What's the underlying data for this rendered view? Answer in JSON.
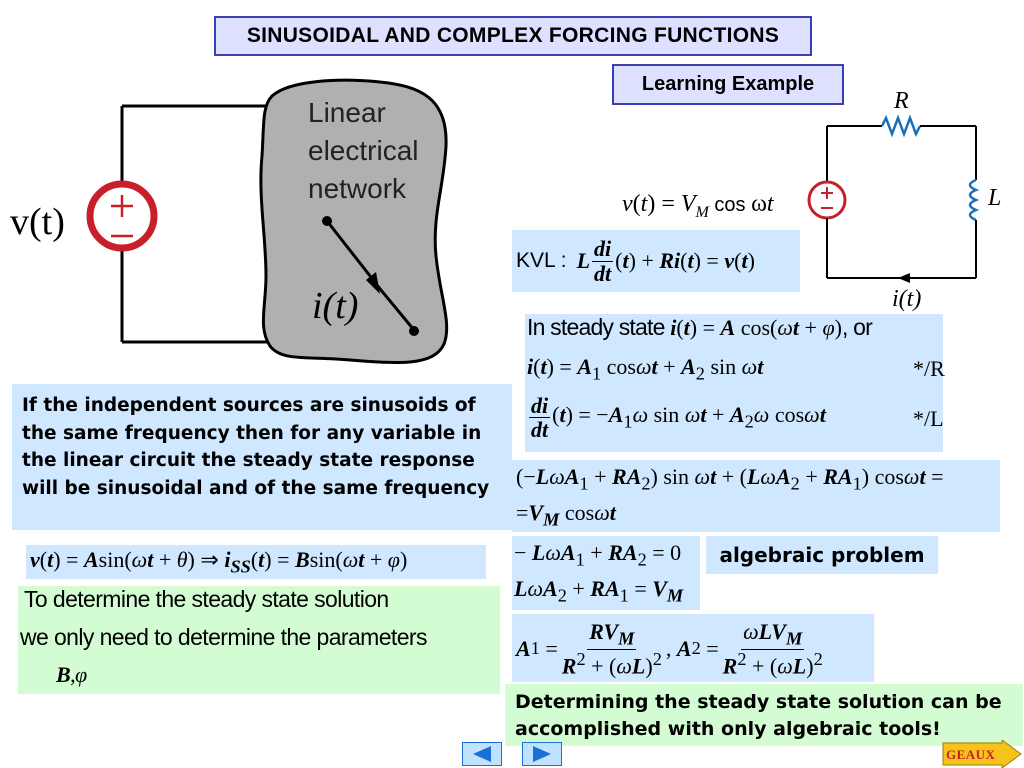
{
  "slide": {
    "title": "SINUSOIDAL AND COMPLEX FORCING FUNCTIONS",
    "learning_example_label": "Learning Example"
  },
  "left_figure": {
    "source_label": "v(t)",
    "network_label_lines": [
      "Linear",
      "electrical",
      "network"
    ],
    "current_label": "i(t)",
    "colors": {
      "network_fill": "#b0b0b0",
      "source_ring": "#c8202a"
    }
  },
  "right_circuit": {
    "resistor_label": "R",
    "inductor_label": "L",
    "current_label": "i(t)",
    "source_equation": "v(t) = V_M cos ωt",
    "colors": {
      "resistor": "#1a6fb8",
      "inductor": "#1a6fb8",
      "source_ring": "#c8202a"
    }
  },
  "kvl": {
    "prefix": "KVL :",
    "equation": "L (di/dt)(t) + R i(t) = v(t)"
  },
  "steady_state": {
    "intro": "In steady state",
    "intro_equation": "i(t) = A cos(ωt + φ)",
    "intro_suffix": ", or",
    "line1": "i(t) = A1 cos ωt + A2 sin ωt",
    "line1_tag": "*/R",
    "line2": "(di/dt)(t) = −A1ω sin ωt + A2ω cos ωt",
    "line2_tag": "*/L"
  },
  "expanded": {
    "line1": "(−LωA1 + RA2) sin ωt + (LωA2 + RA1) cos ωt =",
    "line2": "= V_M cos ωt"
  },
  "system": {
    "eq1": "− LωA1 + RA2 = 0",
    "eq2": "LωA2 + RA1 = V_M"
  },
  "algebraic_label": "algebraic problem",
  "solution": "A1 = R V_M / (R² + (ωL)²), A2 = ωL V_M / (R² + (ωL)²)",
  "info_text": "If the independent sources are sinusoids of the same frequency then for any variable in the linear circuit the steady state response will be sinusoidal and of the same frequency",
  "response_equation": "v(t) = A sin(ωt + θ) ⇒ i_SS(t) = B sin(ωt + φ)",
  "determine": {
    "line1": "To  determine the steady state solution",
    "line2": "we only need to determine the parameters",
    "params": "B, φ"
  },
  "conclusion": "Determining the steady state solution can be accomplished with only algebraic tools!",
  "navigation": {
    "prev_icon": "triangle-left-icon",
    "next_icon": "triangle-right-icon",
    "geaux_label": "GEAUX",
    "colors": {
      "geaux_fill": "#f6c21c",
      "geaux_text": "#c8202a"
    }
  }
}
